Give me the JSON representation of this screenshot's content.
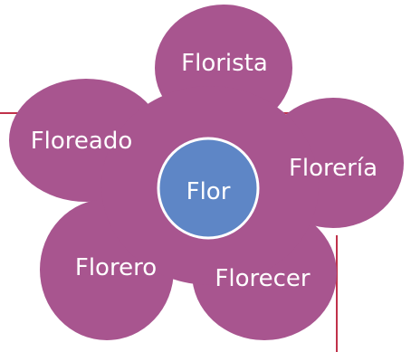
{
  "center": {
    "label": "Flor"
  },
  "petals": [
    {
      "id": "top",
      "label": "Florista"
    },
    {
      "id": "left",
      "label": "Floreado"
    },
    {
      "id": "right",
      "label": "Florería"
    },
    {
      "id": "bottom-left",
      "label": "Florero"
    },
    {
      "id": "bottom-right",
      "label": "Florecer"
    }
  ],
  "colors": {
    "flower": "#a8558f",
    "center": "#5e86c6",
    "outline": "#ffffff",
    "text": "#ffffff",
    "guide_line": "#c0314a"
  }
}
